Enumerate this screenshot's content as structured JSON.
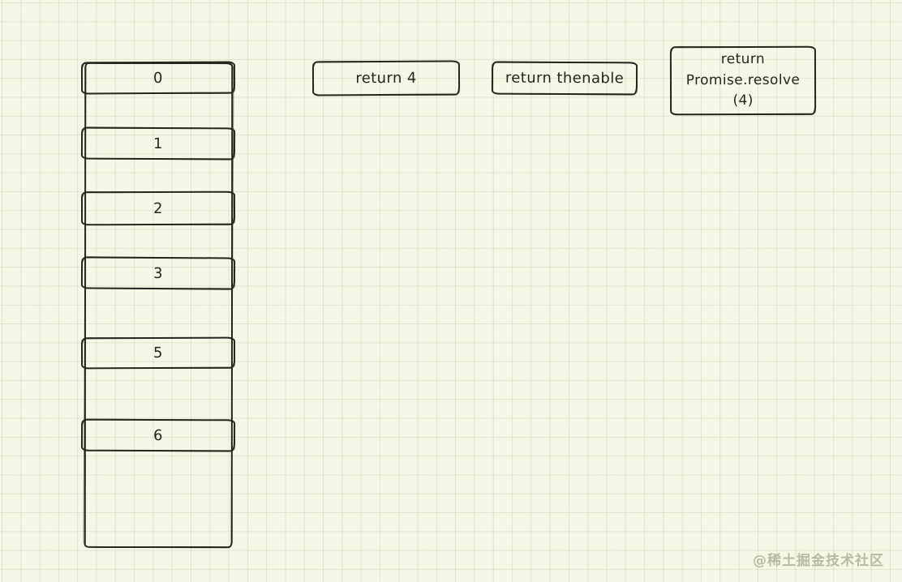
{
  "page": {
    "background_color": "#f4f9e7",
    "grid_line_color": "#dde4c9",
    "ink_color": "#23271d",
    "watermark_color": "#aab295"
  },
  "queue_stack": {
    "cells": [
      {
        "label": "0"
      },
      {
        "label": "1"
      },
      {
        "label": "2"
      },
      {
        "label": "3"
      },
      {
        "label": "5"
      },
      {
        "label": "6"
      }
    ]
  },
  "callout_boxes": [
    {
      "label": "return 4"
    },
    {
      "label": "return thenable"
    },
    {
      "label": "return\nPromise.resolve\n(4)"
    }
  ],
  "watermark": {
    "label": "@稀土掘金技术社区"
  }
}
